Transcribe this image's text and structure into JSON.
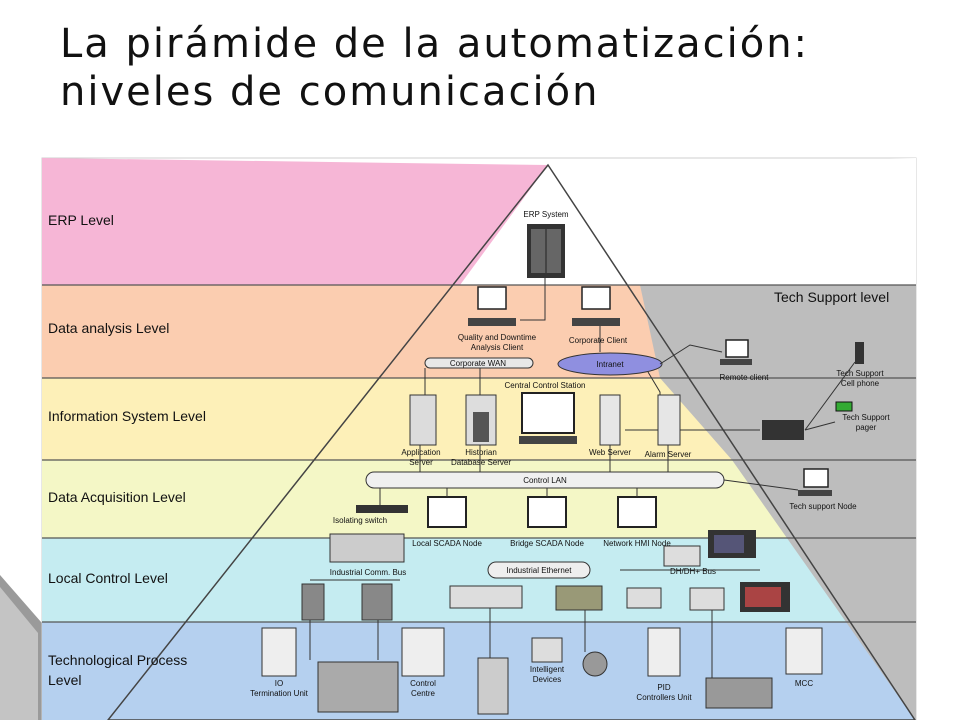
{
  "slide": {
    "title_line1": "La pirámide de la automatización:",
    "title_line2": "niveles de comunicación"
  },
  "levels": [
    {
      "label": "ERP Level",
      "color": "#f6b6d6"
    },
    {
      "label": "Data analysis Level",
      "color": "#fbcdb0"
    },
    {
      "label": "Information System Level",
      "color": "#fdf0b8"
    },
    {
      "label": "Data Acquisition Level",
      "color": "#f4f7c6"
    },
    {
      "label": "Local Control Level",
      "color": "#c5ecf1"
    },
    {
      "label": "Technological Process",
      "label2": "Level",
      "color": "#b5d0ef"
    }
  ],
  "tech_support": {
    "label": "Tech Support level",
    "color": "#bdbdbd"
  },
  "devices": {
    "erp_system": "ERP System",
    "quality_client_1": "Quality and Downtime",
    "quality_client_2": "Analysis Client",
    "corporate_client": "Corporate Client",
    "corporate_wan": "Corporate WAN",
    "intranet": "Intranet",
    "central_control_station": "Central Control Station",
    "remote_client": "Remote client",
    "tech_support_cell_1": "Tech Support",
    "tech_support_cell_2": "Cell phone",
    "tech_support_pager_1": "Tech Support",
    "tech_support_pager_2": "pager",
    "application_server_1": "Application",
    "application_server_2": "Server",
    "historian_1": "Historian",
    "historian_2": "Database Server",
    "web_server": "Web Server",
    "alarm_server": "Alarm Server",
    "control_lan": "Control LAN",
    "tech_support_node": "Tech support Node",
    "isolating_switch": "Isolating switch",
    "local_scada": "Local SCADA Node",
    "bridge_scada": "Bridge SCADA Node",
    "network_hmi": "Network HMI Node",
    "industrial_comm_bus": "Industrial Comm. Bus",
    "industrial_ethernet": "Industrial Ethernet",
    "dh_bus": "DH/DH+ Bus",
    "io_unit_1": "IO",
    "io_unit_2": "Termination Unit",
    "control_centre_1": "Control",
    "control_centre_2": "Centre",
    "intelligent_1": "Intelligent",
    "intelligent_2": "Devices",
    "pid_1": "PID",
    "pid_2": "Controllers Unit",
    "mcc": "MCC"
  }
}
